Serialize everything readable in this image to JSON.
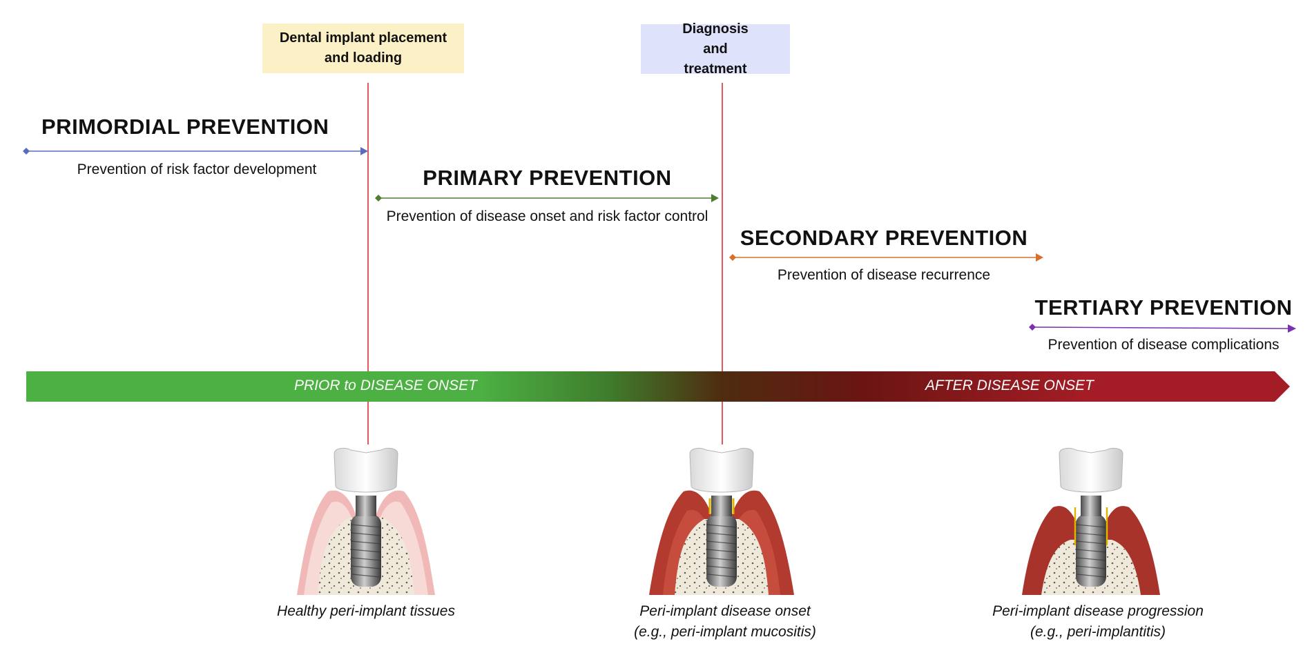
{
  "events": {
    "placement": "Dental implant placement\nand loading",
    "diagnosis": "Diagnosis\nand\ntreatment"
  },
  "stages": [
    {
      "id": "primordial",
      "title": "PRIMORDIAL PREVENTION",
      "desc": "Prevention of risk factor development",
      "color": "#5b6cc0"
    },
    {
      "id": "primary",
      "title": "PRIMARY PREVENTION",
      "desc": "Prevention of disease onset and risk factor control",
      "color": "#4e7d2f"
    },
    {
      "id": "secondary",
      "title": "SECONDARY PREVENTION",
      "desc": "Prevention of disease recurrence",
      "color": "#d9702a"
    },
    {
      "id": "tertiary",
      "title": "TERTIARY PREVENTION",
      "desc": "Prevention of disease complications",
      "color": "#7a2fb5"
    }
  ],
  "timeline": {
    "prior": "PRIOR to DISEASE ONSET",
    "after": "AFTER  DISEASE ONSET"
  },
  "illustrations": [
    {
      "caption_line1": "Healthy peri-implant tissues",
      "caption_line2": ""
    },
    {
      "caption_line1": "Peri-implant disease onset",
      "caption_line2": "(e.g., peri-implant mucositis)"
    },
    {
      "caption_line1": "Peri-implant disease progression",
      "caption_line2": "(e.g., peri-implantitis)"
    }
  ],
  "icons": [
    "tooth-implant-healthy-icon",
    "tooth-implant-mucositis-icon",
    "tooth-implant-peri-implantitis-icon"
  ]
}
